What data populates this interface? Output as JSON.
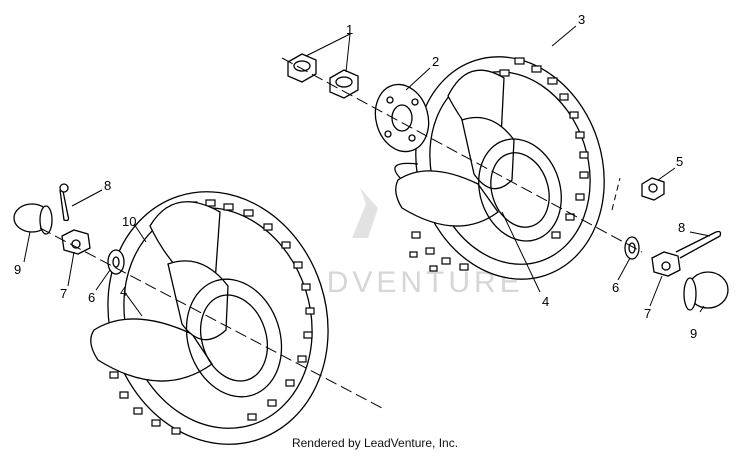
{
  "callouts": {
    "c1": "1",
    "c2": "2",
    "c3": "3",
    "c4a": "4",
    "c4b": "4",
    "c5": "5",
    "c6a": "6",
    "c6b": "6",
    "c7a": "7",
    "c7b": "7",
    "c8a": "8",
    "c8b": "8",
    "c9a": "9",
    "c9b": "9",
    "c10": "10"
  },
  "watermark": "LEADVENTURE",
  "footer": {
    "credit": "Rendered by LeadVenture, Inc."
  },
  "colors": {
    "line": "#000000",
    "watermark": "#d6d6d6"
  }
}
